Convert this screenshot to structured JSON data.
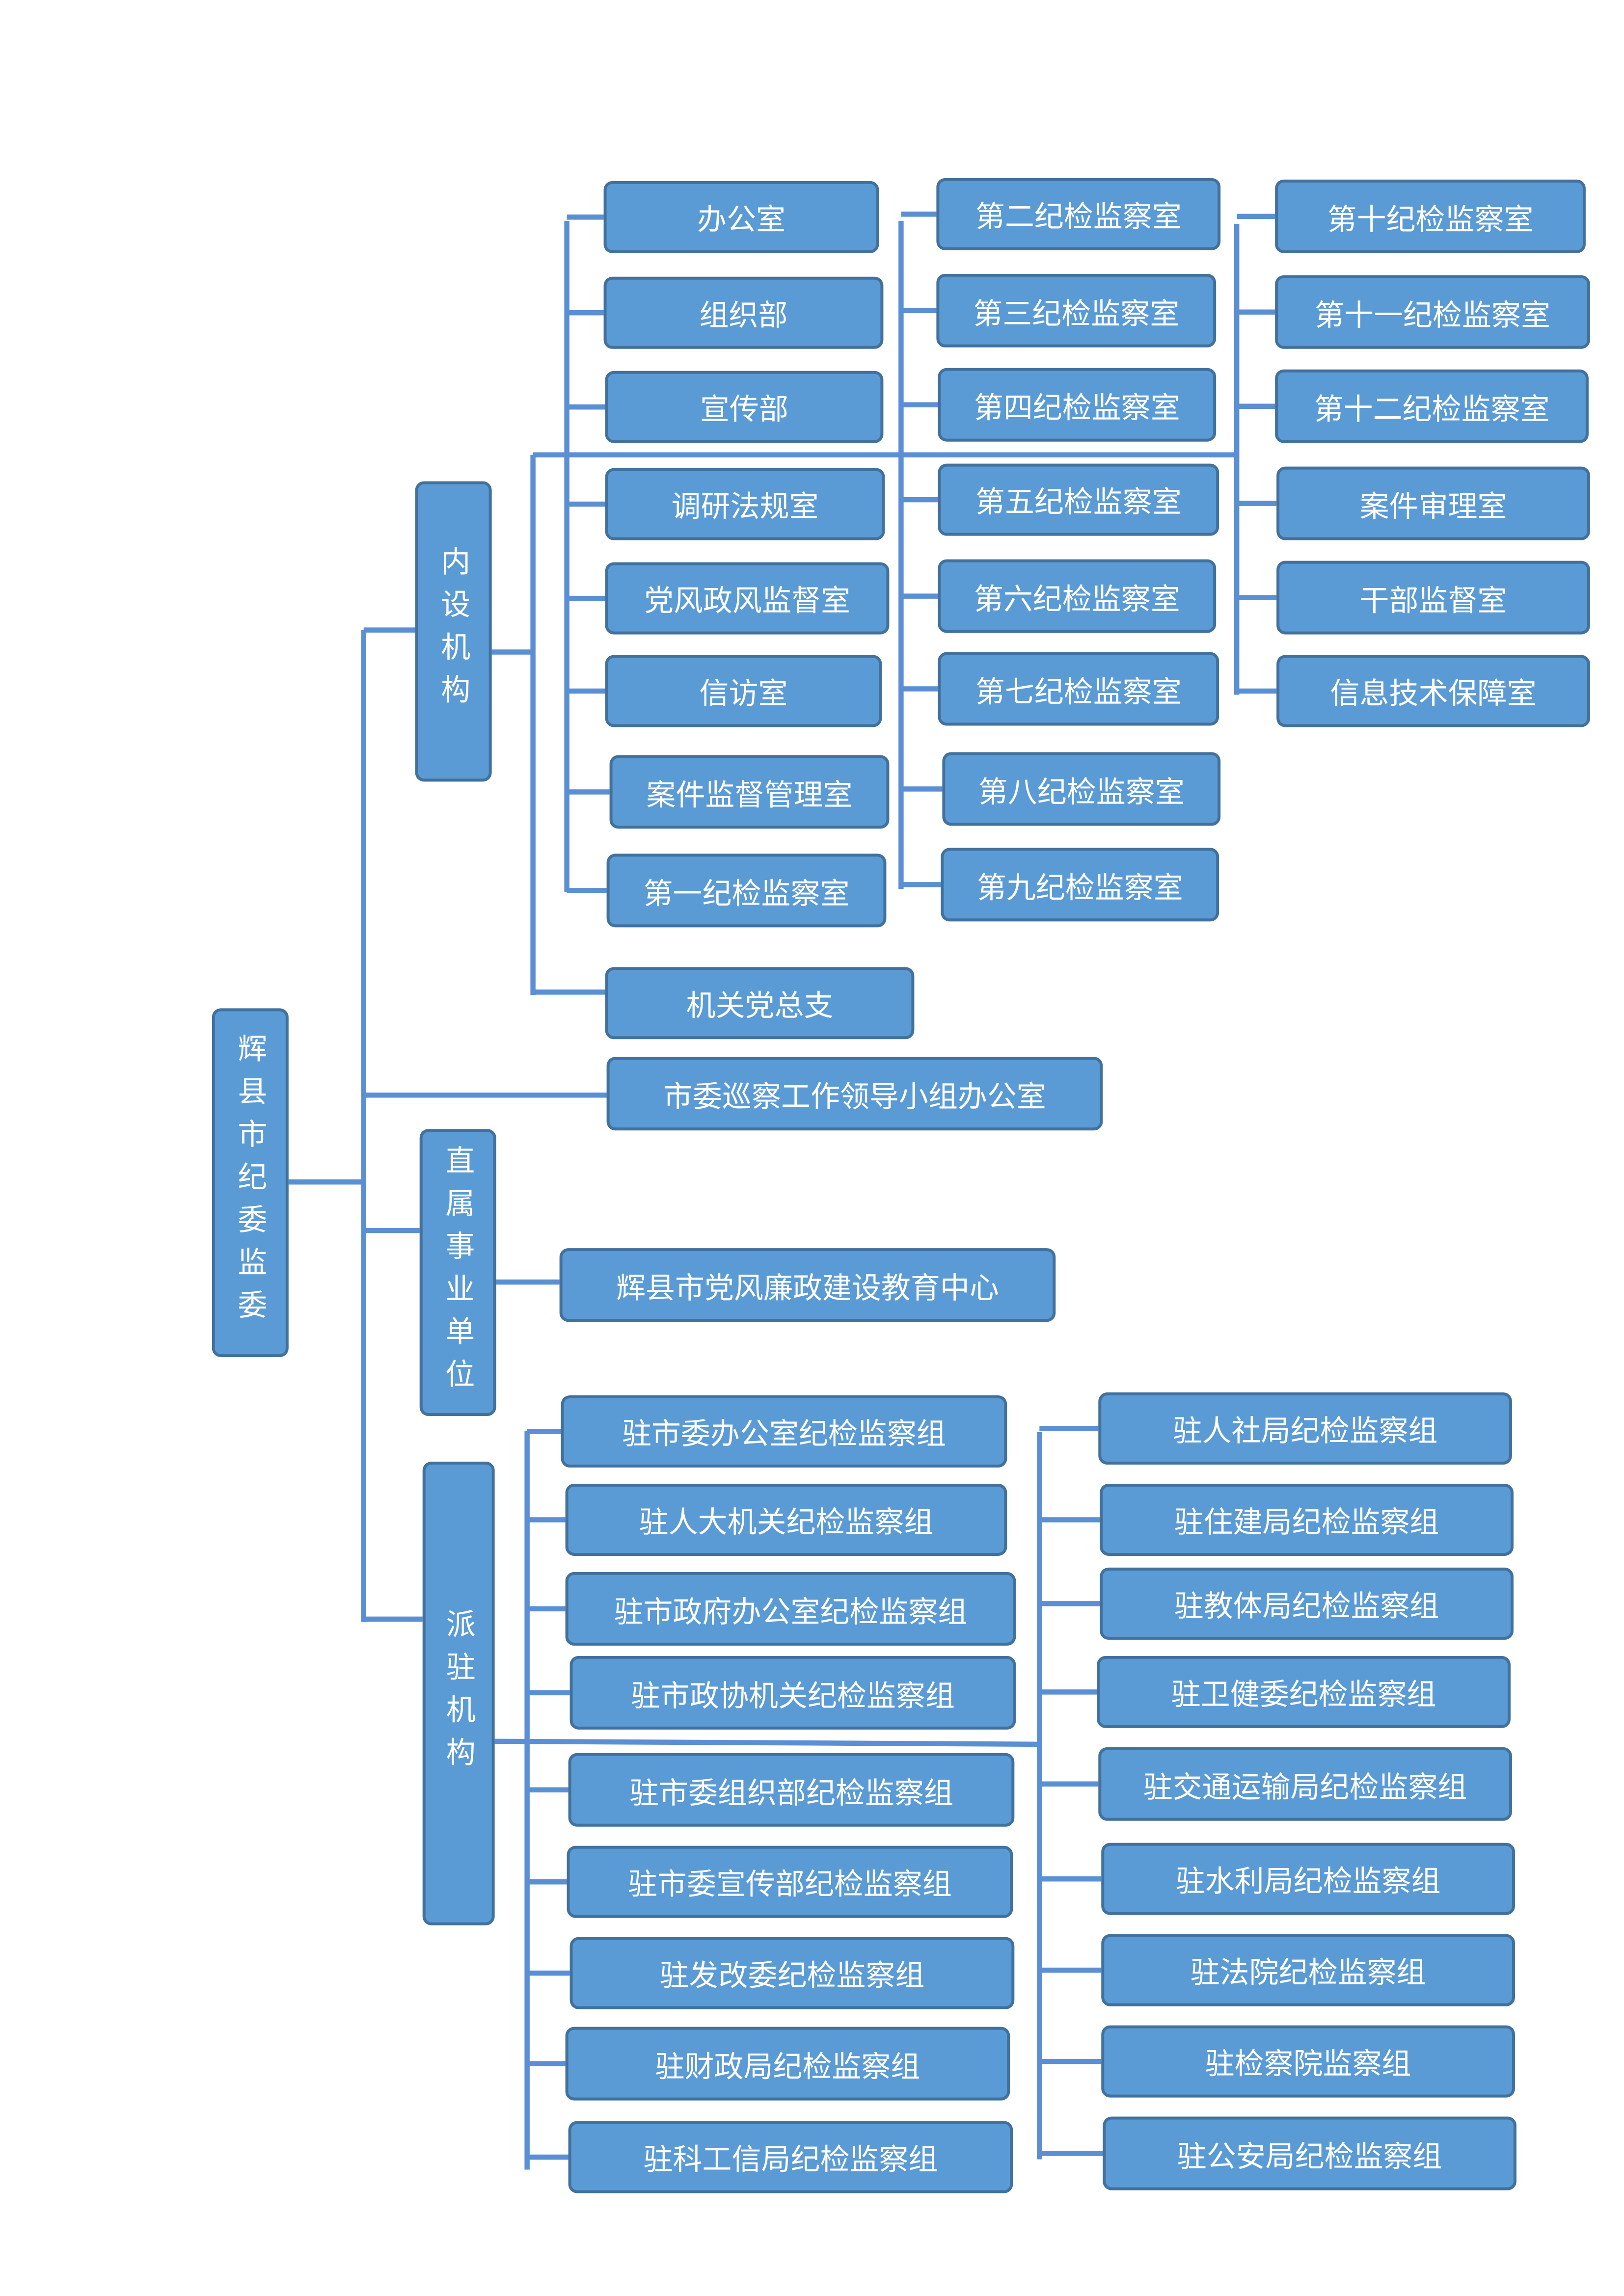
{
  "root": "辉县市纪委监委",
  "branches": {
    "internal": "内设机构",
    "affiliated": "直属事业单位",
    "dispatched": "派驻机构"
  },
  "internal_col1": [
    "办公室",
    "组织部",
    "宣传部",
    "调研法规室",
    "党风政风监督室",
    "信访室",
    "案件监督管理室",
    "第一纪检监察室"
  ],
  "internal_col2": [
    "第二纪检监察室",
    "第三纪检监察室",
    "第四纪检监察室",
    "第五纪检监察室",
    "第六纪检监察室",
    "第七纪检监察室",
    "第八纪检监察室",
    "第九纪检监察室"
  ],
  "internal_col3": [
    "第十纪检监察室",
    "第十一纪检监察室",
    "第十二纪检监察室",
    "案件审理室",
    "干部监督室",
    "信息技术保障室"
  ],
  "party_branch": "机关党总支",
  "inspection_office": "市委巡察工作领导小组办公室",
  "affiliated_units": [
    "辉县市党风廉政建设教育中心"
  ],
  "dispatched_left": [
    "驻市委办公室纪检监察组",
    "驻人大机关纪检监察组",
    "驻市政府办公室纪检监察组",
    "驻市政协机关纪检监察组",
    "驻市委组织部纪检监察组",
    "驻市委宣传部纪检监察组",
    "驻发改委纪检监察组",
    "驻财政局纪检监察组",
    "驻科工信局纪检监察组"
  ],
  "dispatched_right": [
    "驻人社局纪检监察组",
    "驻住建局纪检监察组",
    "驻教体局纪检监察组",
    "驻卫健委纪检监察组",
    "驻交通运输局纪检监察组",
    "驻水利局纪检监察组",
    "驻法院纪检监察组",
    "驻检察院监察组",
    "驻公安局纪检监察组"
  ],
  "colors": {
    "box_fill": "#5B9BD5",
    "box_border": "#41719C",
    "line": "#5B8FD4",
    "text": "#FFFFFF"
  }
}
